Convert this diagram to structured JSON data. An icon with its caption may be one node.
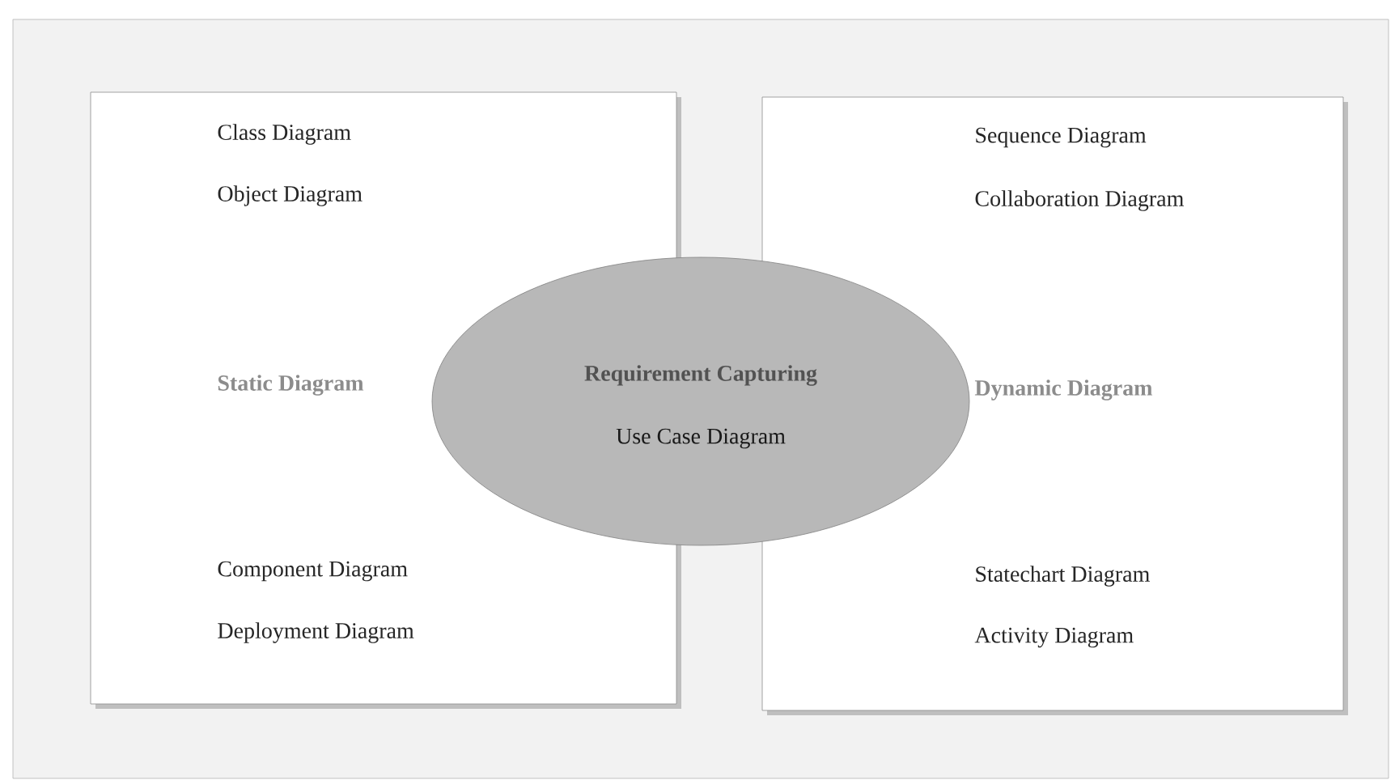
{
  "diagram": {
    "nodes": [
      {
        "text": [
          "Class Diagram",
          "Object Diagram",
          "Static Diagram",
          "Component Diagram",
          "Deployment Diagram"
        ]
      },
      {
        "text": [
          "Sequence Diagram",
          "Collaboration Diagram",
          "Dynamic Diagram",
          "Statechart Diagram",
          "Activity Diagram"
        ]
      },
      {
        "text": [
          "Requirement Capturing",
          "Use Case Diagram"
        ]
      }
    ]
  }
}
